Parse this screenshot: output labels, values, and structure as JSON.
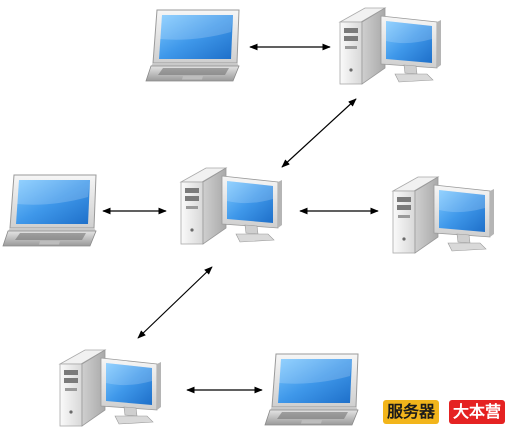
{
  "diagram": {
    "nodes": [
      {
        "id": "laptop-top",
        "kind": "laptop"
      },
      {
        "id": "desktop-top-right",
        "kind": "desktop"
      },
      {
        "id": "laptop-left",
        "kind": "laptop"
      },
      {
        "id": "desktop-center",
        "kind": "desktop"
      },
      {
        "id": "desktop-right",
        "kind": "desktop"
      },
      {
        "id": "desktop-bottom-left",
        "kind": "desktop"
      },
      {
        "id": "laptop-bottom-right",
        "kind": "laptop"
      }
    ],
    "edges": [
      {
        "from": "laptop-top",
        "to": "desktop-top-right",
        "direction": "both"
      },
      {
        "from": "desktop-top-right",
        "to": "desktop-center",
        "direction": "both"
      },
      {
        "from": "laptop-left",
        "to": "desktop-center",
        "direction": "both"
      },
      {
        "from": "desktop-center",
        "to": "desktop-right",
        "direction": "both"
      },
      {
        "from": "desktop-center",
        "to": "desktop-bottom-left",
        "direction": "both"
      },
      {
        "from": "desktop-bottom-left",
        "to": "laptop-bottom-right",
        "direction": "both"
      }
    ]
  },
  "watermark": {
    "part1": "服务器",
    "part2": "大本营"
  },
  "colors": {
    "screen_blue": "#4aa3f0",
    "case_light": "#eeeeee",
    "case_dark": "#b8b8b8",
    "arrow": "#000000",
    "badge_yellow": "#f2b51b",
    "badge_red": "#e52222"
  }
}
